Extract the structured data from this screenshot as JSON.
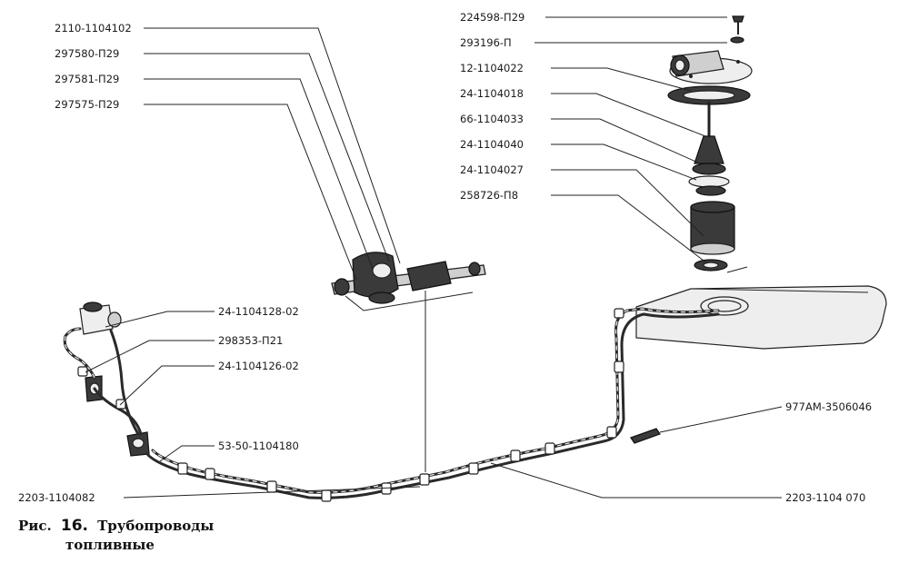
{
  "figure": {
    "caption_lead": "Рис.",
    "caption_number": "16.",
    "caption_line1": "Трубопроводы",
    "caption_line2": "топливные"
  },
  "labels": {
    "tr_224598": "224598-П29",
    "tr_293196": "293196-П",
    "tr_12_1104022": "12-1104022",
    "tr_24_1104018": "24-1104018",
    "tr_66_1104033": "66-1104033",
    "tr_24_1104040": "24-1104040",
    "tr_24_1104027": "24-1104027",
    "tr_258726": "258726-П8",
    "tl_2110_1104102": "2110-1104102",
    "tl_297580": "297580-П29",
    "tl_297581": "297581-П29",
    "tl_297575": "297575-П29",
    "ml_24_1104128": "24-1104128-02",
    "ml_298353": "298353-П21",
    "ml_24_1104126": "24-1104126-02",
    "ml_53_50_1104180": "53-50-1104180",
    "bl_2203_1104082": "2203-1104082",
    "r_977am": "977АМ-3506046",
    "br_2203_1104070": "2203-1104 070"
  }
}
